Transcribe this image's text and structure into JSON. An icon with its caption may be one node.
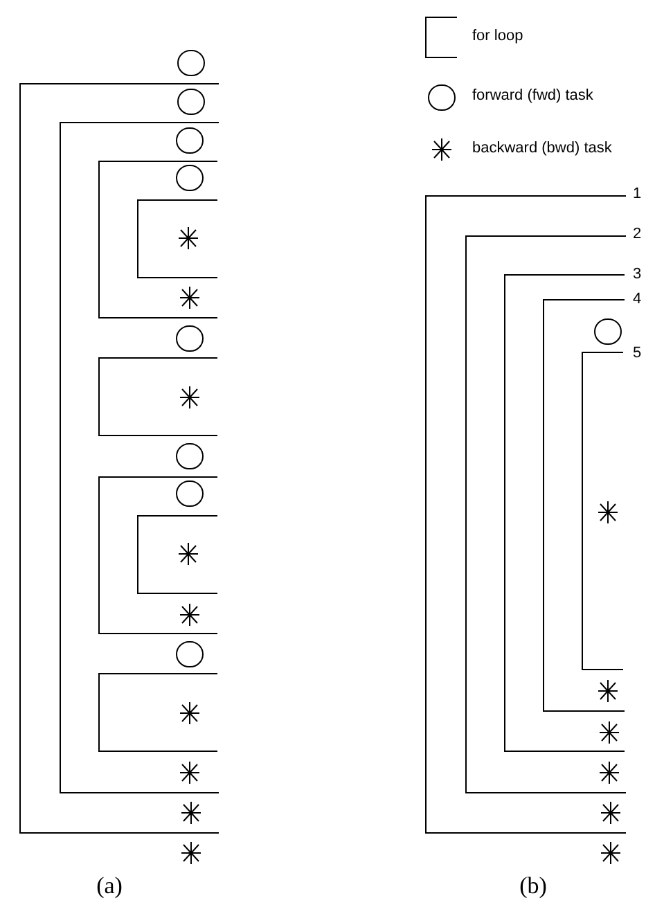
{
  "diagram": {
    "nodes": [
      {
        "text": [],
        "shape": "circle"
      },
      {
        "text": [],
        "shape": "bracket"
      },
      {
        "text": [],
        "shape": "circle",
        "in": 1
      },
      {
        "text": [],
        "shape": "bracket",
        "in": 1
      },
      {
        "text": [],
        "shape": "circle",
        "in": 3
      },
      {
        "text": [],
        "shape": "bracket",
        "in": 3
      },
      {
        "text": [],
        "shape": "circle",
        "in": 5
      },
      {
        "text": [],
        "shape": "bracket",
        "in": 5
      },
      {
        "text": [],
        "shape": "asterisk",
        "in": 7
      },
      {
        "text": [],
        "shape": "asterisk",
        "in": 5
      },
      {
        "text": [],
        "shape": "circle",
        "in": 3
      },
      {
        "text": [],
        "shape": "bracket",
        "in": 3
      },
      {
        "text": [],
        "shape": "asterisk",
        "in": 11
      },
      {
        "text": [],
        "shape": "circle",
        "in": 3
      },
      {
        "text": [],
        "shape": "bracket",
        "in": 3
      },
      {
        "text": [],
        "shape": "circle",
        "in": 14
      },
      {
        "text": [],
        "shape": "bracket",
        "in": 14
      },
      {
        "text": [],
        "shape": "asterisk",
        "in": 16
      },
      {
        "text": [],
        "shape": "asterisk",
        "in": 14
      },
      {
        "text": [],
        "shape": "circle",
        "in": 3
      },
      {
        "text": [],
        "shape": "bracket",
        "in": 3
      },
      {
        "text": [],
        "shape": "asterisk",
        "in": 20
      },
      {
        "text": [],
        "shape": "asterisk",
        "in": 3
      },
      {
        "text": [],
        "shape": "asterisk",
        "in": 1
      },
      {
        "text": [],
        "shape": "asterisk"
      },
      {
        "text": [],
        "shape": "bracket",
        "beside": [
          "1"
        ]
      },
      {
        "text": [],
        "shape": "bracket",
        "in": 25,
        "beside": [
          "2"
        ]
      },
      {
        "text": [],
        "shape": "bracket",
        "in": 26,
        "beside": [
          "3"
        ]
      },
      {
        "text": [],
        "shape": "bracket",
        "in": 27,
        "beside": [
          "4"
        ]
      },
      {
        "text": [],
        "shape": "circle",
        "in": 28
      },
      {
        "text": [],
        "shape": "bracket",
        "in": 28,
        "beside": [
          "5"
        ]
      },
      {
        "text": [],
        "shape": "asterisk",
        "in": 30
      },
      {
        "text": [],
        "shape": "asterisk",
        "in": 28
      },
      {
        "text": [],
        "shape": "asterisk",
        "in": 27
      },
      {
        "text": [],
        "shape": "asterisk",
        "in": 26
      },
      {
        "text": [],
        "shape": "asterisk",
        "in": 25
      },
      {
        "text": [],
        "shape": "asterisk"
      }
    ],
    "labels": [
      "(a)",
      "(b)"
    ],
    "legend": [
      {
        "text": "for loop"
      },
      {
        "text": "forward (fwd) task"
      },
      {
        "text": "backward (bwd) task"
      }
    ]
  }
}
